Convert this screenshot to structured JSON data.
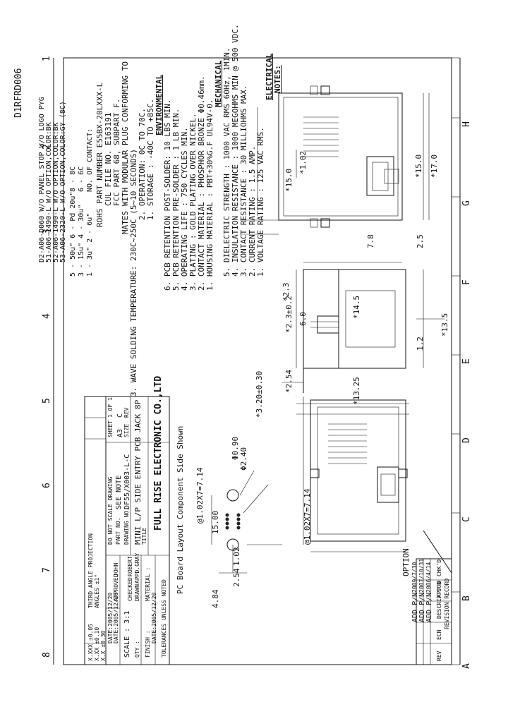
{
  "drawing_code": "D1RFRD006",
  "notes": {
    "heading": "NOTES:",
    "electrical_heading": "ELECTRICAL",
    "electrical": [
      "1. VOLTAGE RATING          : 125 VAC RMS.",
      "2. CURRENT RATING          : 1.5 AMP.",
      "3. CONTACT RESISTANCE      : 30 MILLIOHMS MAX.",
      "4. INSULATION RESISTANCE   : 1000 MEGOHMS MIN @ 500 VDC.",
      "5. DIELECTRIC STRENGTH     : 1000 VAC RMS 60Hz, 1MIN."
    ],
    "mechanical_heading": "MECHANICAL",
    "mechanical": [
      "1. HOUSING MATERIAL        : PBT+30%G.F UL94V-0.",
      "2. CONTACT MATERIAL        : PHOSPHOR BRONZE Φ0.46mm.",
      "3. PLATING                 : GOLD PLATING OVER NICKEL.",
      "4. OPERATING LIFE          : 750 CYCLES MIN.",
      "5. PCB RETENTION PRE-SOLDER : 1 LB MIN.",
      "6. PCB RETENTION POST-SOLDER: 10 LBS MIN."
    ],
    "environmental_heading": "ENVIRONMENTAL",
    "environmental": [
      "1. STORAGE        : -40C TO +85C.",
      "2. OPERATION: 0C TO 70C.",
      "3. WAVE SOLDING TEMPERATURE: 230C~250C (5~10 SECONDS)"
    ],
    "mates_line": "MATES WITH MODULAR PLUG CONFORMING TO",
    "fcc_line": "FCC PART 68, SUBPART F.",
    "cul_line": "CUL FILE NO. E163191",
    "rohs_line": "ROHS  PART NUMBER E55BX-20LXXX-L",
    "contact_heading": "NO. OF CONTACT:",
    "contact_options": [
      "6 - 6C",
      "8 - 8C",
      "1 - 3u\"  2 - 6u\"",
      "3 - 15u\"  4 - 30u\"",
      "5 - 50u\"  6 - Pd 20u\""
    ],
    "variants": [
      "53-A06-2320-L W/O OPTION,COLOR:GY (8C)",
      "52-A06-1490-L W/O OPTION,COLOR:BK",
      "51-A06-1490-L W/O OPTION,COLOR:BK",
      "D2-A06-D060 W/O PANEL STOP W/O LOGO PYG"
    ]
  },
  "dimensions": {
    "top_view": [
      "*17.0",
      "*15.0",
      "*15.0",
      "*1.02",
      "7.8",
      "2.5"
    ],
    "side_view": [
      "*14.5",
      "*2.3",
      "*2.3±0.2",
      "6.0",
      "1.2",
      "*13.5",
      "*2.54",
      "*13.25",
      "*3.20±0.30"
    ],
    "front_view": [
      "Φ0.90",
      "Φ2.40",
      "@1.02X7=7.14",
      "@1.02X7=7.14",
      "15.00",
      "1.02",
      "2.54",
      "4.84"
    ],
    "option_label": "OPTION",
    "pcb_layout_label": "PC Board Layout Component Side Shown"
  },
  "revision_block": {
    "title": "REVISION RECORD",
    "headers": [
      "REV",
      "ECN",
      "DESCRIPTION",
      "APP'D",
      "CHK'D"
    ],
    "rows": [
      {
        "desc": "ADD P/N",
        "date": "2006/4/14"
      },
      {
        "desc": "ADD P/N",
        "date": "2007/10/31"
      },
      {
        "desc": "ADD P/N",
        "date": "2009/7/30"
      }
    ]
  },
  "title_block": {
    "company": "FULL RISE ELECTRONIC CO.,LTD",
    "title_label": "TITLE",
    "title": "MINI L/P SIDE ENTRY PCB JACK 8P",
    "drawing_no_label": "DRAWING NO.",
    "drawing_no": "DF55/X003-L-C",
    "part_no_label": "PART NO.",
    "part_no": "SEE NOTE",
    "size_label": "SIZE",
    "size": "A3",
    "rev_label": "REV",
    "rev": "C",
    "scale": "SCALE : 3:1",
    "sheet_label": "SHEET",
    "sheet": "1 OF 1",
    "do_not_scale": "DO NOT SCALE DRAWING",
    "finish_label": "FINISH :",
    "material_label": "MATERIAL :",
    "qty_label": "QTY :",
    "tolerance_header": "TOLERANCES UNLESS NOTED",
    "tolerances": [
      "X.X  ±0.30",
      "X.XX ±0.10",
      "X.XXX ±0.05",
      "ANGLES ±1°"
    ],
    "third_angle": "THIRD ANGLE PROJECTION",
    "approvals": [
      {
        "role": "DRAWN",
        "name": "APPD.GRAY",
        "date": "DATE:2005/12/20"
      },
      {
        "role": "CHECKED",
        "name": "ROBERT",
        "date": "DATE:2005/12/20"
      },
      {
        "role": "APPROVED",
        "name": "JOHN",
        "date": "DATE:2005/12/20"
      }
    ]
  },
  "border": {
    "columns": [
      "1",
      "2",
      "3",
      "4",
      "5",
      "6",
      "7",
      "8"
    ],
    "rows": [
      "A",
      "B",
      "C",
      "D",
      "E",
      "F",
      "G",
      "H"
    ]
  }
}
